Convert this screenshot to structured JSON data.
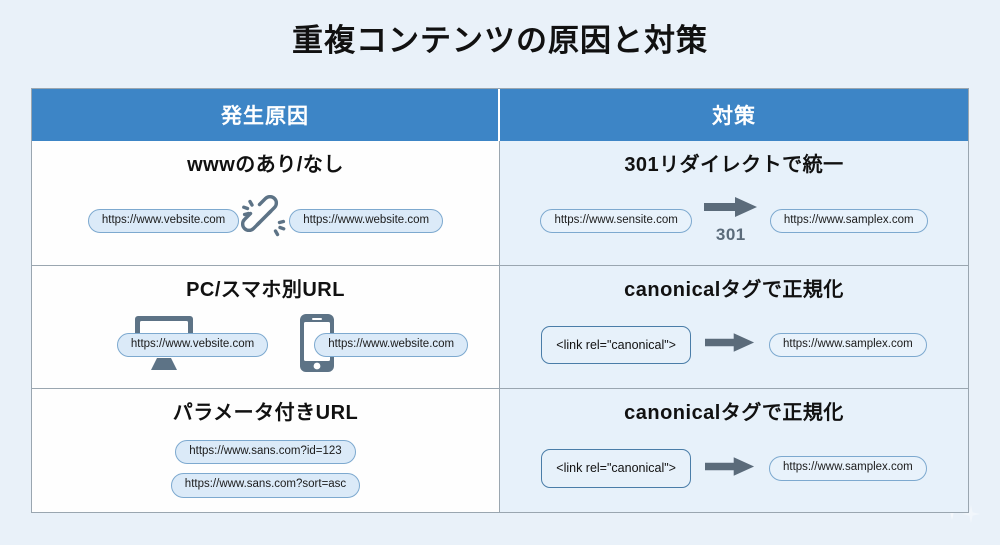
{
  "page": {
    "title": "重複コンテンツの原因と対策",
    "background_color": "#e9f1f9",
    "accent_color": "#3d85c6",
    "pill_fill": "#dbeaf8",
    "pill_border": "#7da9cf",
    "icon_color": "#5d7386"
  },
  "table": {
    "headers": {
      "cause": "発生原因",
      "solution": "対策"
    },
    "rows": [
      {
        "cause": {
          "title": "wwwのあり/なし",
          "icon": "broken-link-icon",
          "pills": [
            "https://www.vebsite.com",
            "https://www.website.com"
          ]
        },
        "solution": {
          "title": "301リダイレクトで統一",
          "from": "https://www.sensite.com",
          "arrow_label": "301",
          "to": "https://www.samplex.com"
        }
      },
      {
        "cause": {
          "title": "PC/スマホ別URL",
          "icons": [
            "monitor-icon",
            "smartphone-icon"
          ],
          "pills": [
            "https://www.vebsite.com",
            "https://www.website.com"
          ]
        },
        "solution": {
          "title": "canonicalタグで正規化",
          "from": "<link rel=\"canonical\">",
          "arrow_label": "",
          "to": "https://www.samplex.com"
        }
      },
      {
        "cause": {
          "title": "パラメータ付きURL",
          "pills": [
            "https://www.sans.com?id=123",
            "https://www.sans.com?sort=asc"
          ]
        },
        "solution": {
          "title": "canonicalタグで正規化",
          "from": "<link rel=\"canonical\">",
          "arrow_label": "",
          "to": "https://www.samplex.com"
        }
      }
    ]
  }
}
